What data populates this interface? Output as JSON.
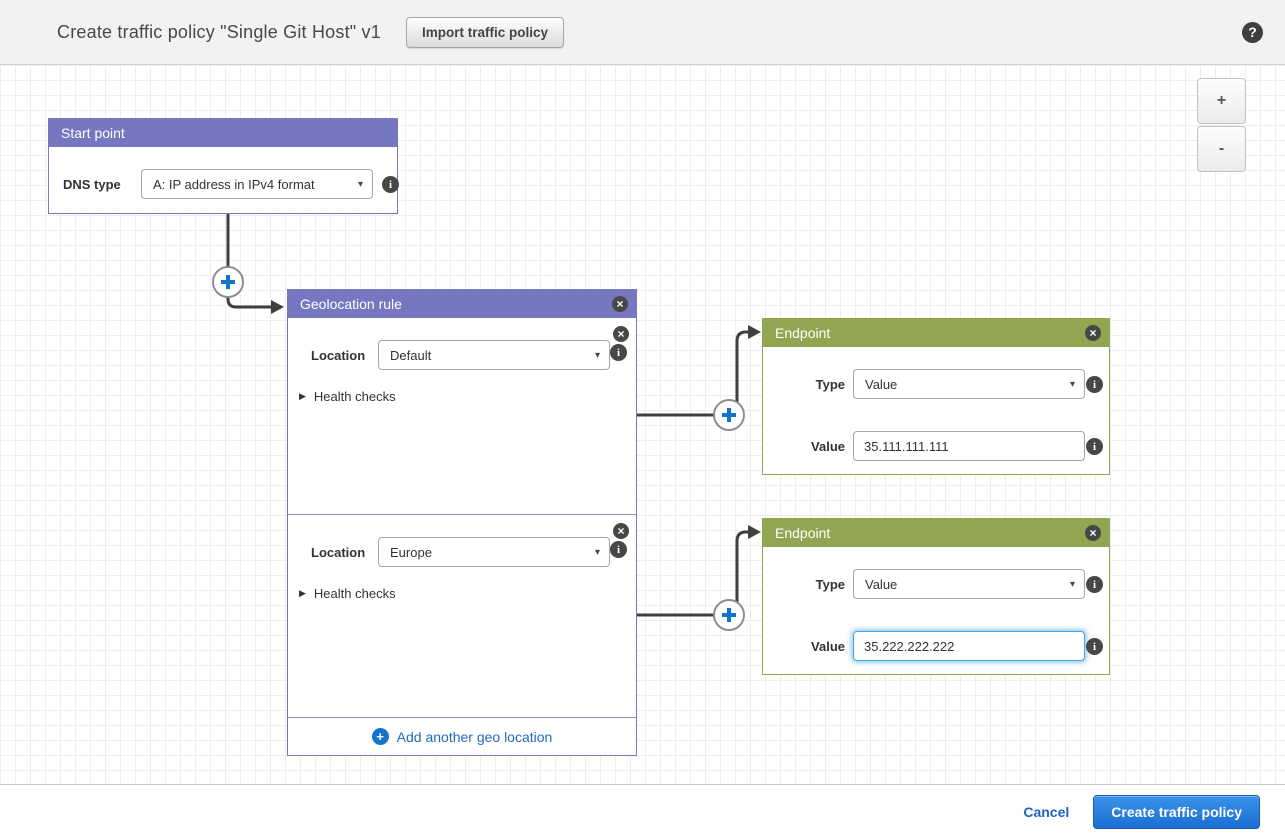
{
  "header": {
    "title": "Create traffic policy \"Single Git Host\" v1",
    "import_button": "Import traffic policy"
  },
  "icons": {
    "help": "?",
    "close": "×",
    "info": "i",
    "plus": "+",
    "minus": "-",
    "caret": "▾",
    "expand_arrow": "▶"
  },
  "canvas": {
    "zoom_in": "+",
    "zoom_out": "-",
    "start_point": {
      "title": "Start point",
      "dns_type_label": "DNS type",
      "dns_type_value": "A: IP address in IPv4 format"
    },
    "geolocation_rule": {
      "title": "Geolocation rule",
      "sections": [
        {
          "location_label": "Location",
          "location_value": "Default",
          "health_checks_label": "Health checks"
        },
        {
          "location_label": "Location",
          "location_value": "Europe",
          "health_checks_label": "Health checks"
        }
      ],
      "add_link": "Add another geo location"
    },
    "endpoints": [
      {
        "title": "Endpoint",
        "type_label": "Type",
        "type_value": "Value",
        "value_label": "Value",
        "value_text": "35.111.111.111"
      },
      {
        "title": "Endpoint",
        "type_label": "Type",
        "type_value": "Value",
        "value_label": "Value",
        "value_text": "35.222.222.222"
      }
    ]
  },
  "footer": {
    "cancel_label": "Cancel",
    "create_button": "Create traffic policy"
  },
  "colors": {
    "purple_header": "#7577c1",
    "green_header": "#92a551",
    "accent_blue": "#1473cc",
    "link_blue": "#1f6bc0",
    "wire": "#3f3f3f"
  }
}
